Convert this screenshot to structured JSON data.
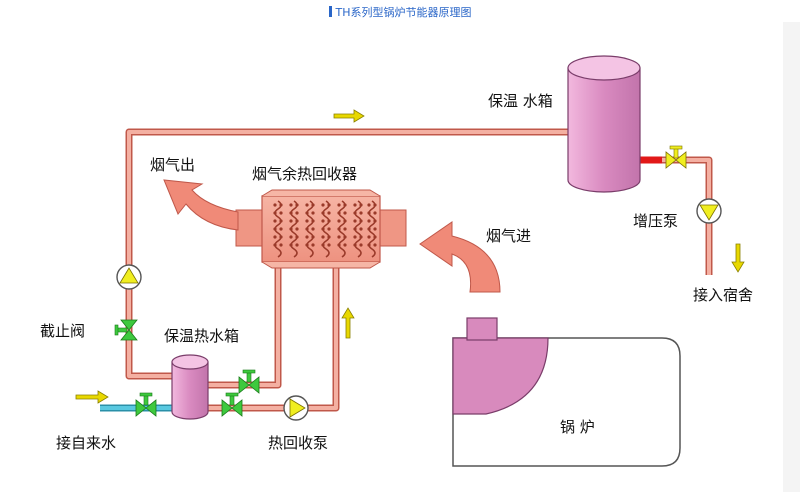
{
  "title": "TH系列型锅炉节能器原理图",
  "labels": {
    "insulated_tank_top": "保温 水箱",
    "flue_gas_out": "烟气出",
    "heat_recovery_unit": "烟气余热回收器",
    "booster_pump": "增压泵",
    "flue_gas_in": "烟气进",
    "to_dormitory": "接入宿舍",
    "stop_valve": "截止阀",
    "insulated_hot_water_tank": "保温热水箱",
    "tap_water_in": "接自来水",
    "heat_recovery_pump": "热回收泵",
    "boiler": "锅 炉"
  },
  "colors": {
    "pipe": "#f0a090",
    "pipe_edge": "#c0584a",
    "tank_fill": "#d98ac0",
    "tank_edge": "#7a3d6a",
    "arrow_fill": "#f08a78",
    "flow_arrow": "#e8d800",
    "valve_green": "#3ec93e",
    "pump_yellow": "#f0ee20",
    "cold_pipe": "#58c8e0",
    "hot_pipe_red": "#e21818"
  }
}
